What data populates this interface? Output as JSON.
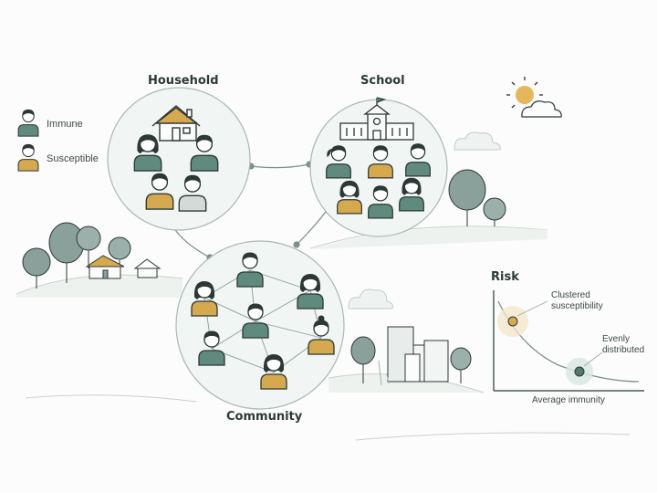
{
  "colors": {
    "immune": "#5f8a7d",
    "susceptible": "#d6a94e",
    "neutral": "#d4dad7",
    "outline": "#2b3836",
    "circle_fill": "#f1f5f3",
    "circle_stroke": "#aab8b4",
    "link": "#7d8f8a",
    "sun": "#e6b75a"
  },
  "legend": {
    "immune_label": "Immune",
    "susceptible_label": "Susceptible"
  },
  "groups": {
    "household": "Household",
    "school": "School",
    "community": "Community"
  },
  "risk_chart": {
    "title": "Risk",
    "xlabel": "Average immunity",
    "clustered_label": "Clustered susceptibility",
    "even_label": "Evenly distributed"
  },
  "people": {
    "household": [
      {
        "status": "immune",
        "hair": "long"
      },
      {
        "status": "immune",
        "hair": "short"
      },
      {
        "status": "susceptible",
        "hair": "short"
      },
      {
        "status": "neutral",
        "hair": "short"
      }
    ],
    "school": [
      {
        "status": "immune",
        "hair": "pony"
      },
      {
        "status": "susceptible",
        "hair": "short"
      },
      {
        "status": "immune",
        "hair": "short"
      },
      {
        "status": "susceptible",
        "hair": "long"
      },
      {
        "status": "immune",
        "hair": "short"
      },
      {
        "status": "immune",
        "hair": "long"
      }
    ],
    "community": [
      {
        "status": "immune",
        "hair": "short"
      },
      {
        "status": "susceptible",
        "hair": "long"
      },
      {
        "status": "immune",
        "hair": "long"
      },
      {
        "status": "immune",
        "hair": "short"
      },
      {
        "status": "immune",
        "hair": "short"
      },
      {
        "status": "susceptible",
        "hair": "bun"
      },
      {
        "status": "susceptible",
        "hair": "long"
      }
    ]
  }
}
